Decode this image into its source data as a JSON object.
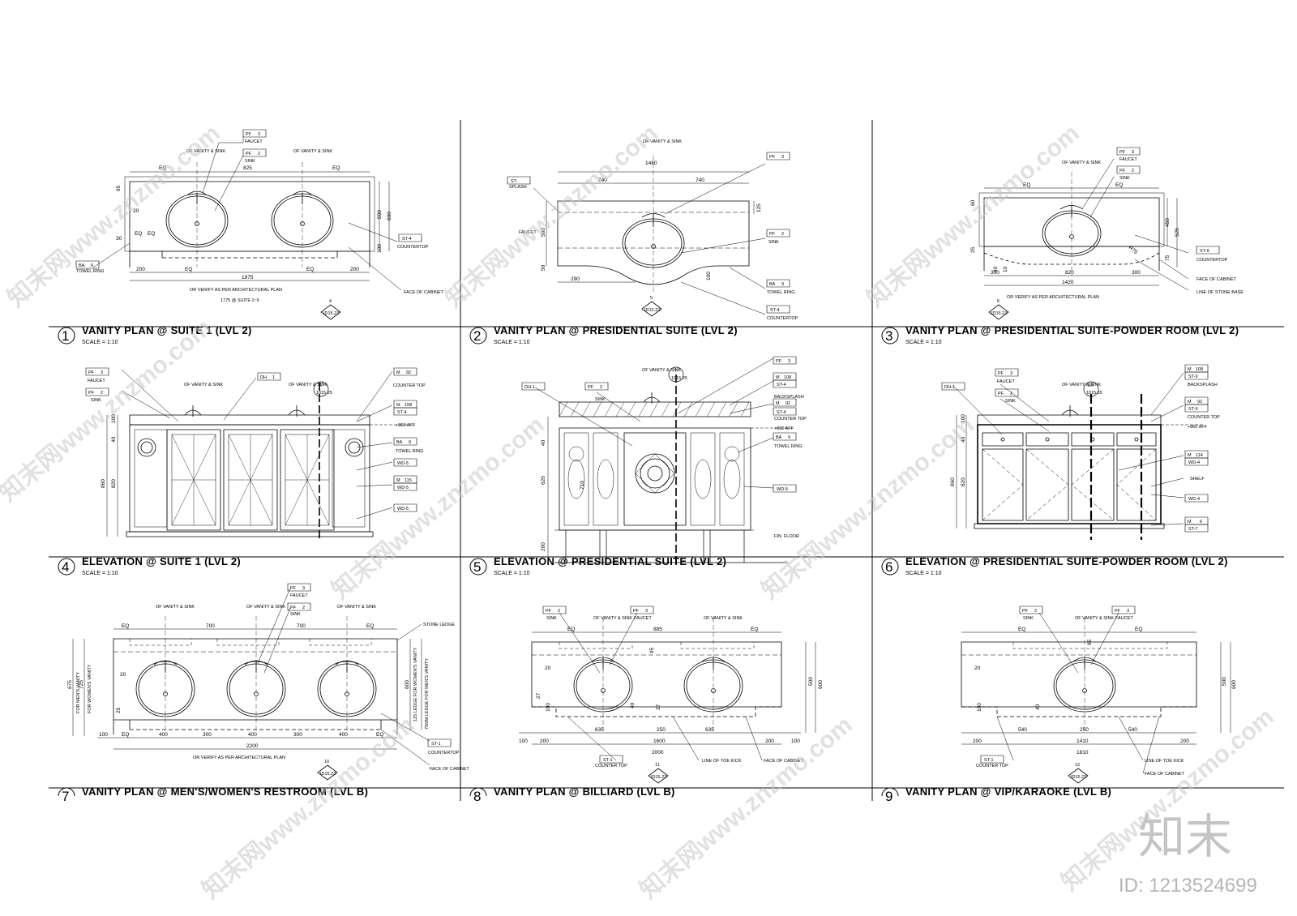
{
  "panels": [
    {
      "num": "1",
      "title": "VANITY  PLAN @ SUITE 1 (LVL 2)",
      "scale": "SCALE = 1:10",
      "labels": [
        "FAUCET",
        "SINK",
        "COUNTERTOP",
        "TOWEL RING",
        "FACE OF CABINET",
        "OF VANITY & SINK",
        "OF VANITY & SINK"
      ],
      "tags": [
        [
          "PF",
          "3"
        ],
        [
          "PF",
          "2"
        ],
        [
          "ST-4",
          ""
        ],
        [
          "BA",
          "9"
        ]
      ],
      "dims": [
        "825",
        "EQ",
        "EQ",
        "1875",
        "200",
        "200",
        "EQ",
        "EQ",
        "500",
        "600",
        "100",
        "95",
        "20",
        "30",
        "EQ",
        "EQ"
      ],
      "notes": [
        "OR VERIFY AS PER ARCHITECTURAL PLAN",
        "1775 @ SUITE 2~5"
      ],
      "ref": "ID15.23",
      "refnum": "4"
    },
    {
      "num": "2",
      "title": "VANITY PLAN @ PRESIDENTIAL SUITE (LVL 2)",
      "scale": "SCALE = 1:10",
      "labels": [
        "SPLASH",
        "FAUCET",
        "SINK",
        "TOWEL RING",
        "COUNTERTOP",
        "OF VANITY & SINK"
      ],
      "tags": [
        [
          "PF",
          "3"
        ],
        [
          "PF",
          "2"
        ],
        [
          "BA",
          "9"
        ],
        [
          "ST-4",
          ""
        ],
        [
          "ST-",
          ""
        ]
      ],
      "dims": [
        "1480",
        "740",
        "740",
        "125",
        "500",
        "290",
        "50",
        "100"
      ],
      "notes": [],
      "ref": "ID15.23",
      "refnum": "5"
    },
    {
      "num": "3",
      "title": "VANITY PLAN @ PRESIDENTIAL SUITE-POWDER ROOM (LVL 2)",
      "scale": "SCALE = 1:10",
      "labels": [
        "FAUCET",
        "SINK",
        "COUNTERTOP",
        "FACE OF CABINET",
        "LINE OF STONE BASE",
        "OF VANITY & SINK"
      ],
      "tags": [
        [
          "PF",
          "3"
        ],
        [
          "PF",
          "2"
        ],
        [
          "ST-9",
          ""
        ]
      ],
      "dims": [
        "EQ",
        "EQ",
        "1420",
        "300",
        "300",
        "820",
        "450",
        "525",
        "75",
        "60",
        "25",
        "40",
        "10",
        "R75"
      ],
      "notes": [
        "OR VERIFY AS PER ARCHITECTURAL PLAN"
      ],
      "ref": "ID15.23",
      "refnum": "6"
    },
    {
      "num": "4",
      "title": "ELEVATION @ SUITE 1 (LVL 2)",
      "scale": "SCALE = 1:10",
      "labels": [
        "FAUCET",
        "SINK",
        "COUNTER TOP",
        "TOWEL RING",
        "+860 AFF",
        "OF VANITY & SINK",
        "OF VANITY & SINK"
      ],
      "tags": [
        [
          "PF",
          "3"
        ],
        [
          "PF",
          "2"
        ],
        [
          "DH",
          "1"
        ],
        [
          "M",
          "92"
        ],
        [
          "M",
          "108"
        ],
        [
          "ST-4",
          ""
        ],
        [
          "BA",
          "9"
        ],
        [
          "WD-5",
          ""
        ],
        [
          "M",
          "115"
        ],
        [
          "WD-5",
          ""
        ],
        [
          "WD-5",
          ""
        ]
      ],
      "dims": [
        "100",
        "40",
        "820",
        "860"
      ],
      "notes": [],
      "ref": "1015.25",
      "refnum": "6"
    },
    {
      "num": "5",
      "title": "ELEVATION @ PRESIDENTIAL SUITE (LVL 2)",
      "scale": "SCALE = 1:10",
      "labels": [
        "SINK",
        "BACKSPLASH",
        "COUNTER TOP",
        "TOWEL RING",
        "+860 AFF",
        "FIN. FLOOR",
        "OF VANITY & SINK"
      ],
      "tags": [
        [
          "DH-1",
          ""
        ],
        [
          "PF",
          "2"
        ],
        [
          "PF",
          "3"
        ],
        [
          "M",
          "108"
        ],
        [
          "ST-4",
          ""
        ],
        [
          "M",
          "92"
        ],
        [
          "ST-4",
          ""
        ],
        [
          "BA",
          "9"
        ],
        [
          "WD-5",
          ""
        ]
      ],
      "dims": [
        "40",
        "620",
        "710",
        "200"
      ],
      "notes": [],
      "ref": "1015.25",
      "refnum": "7"
    },
    {
      "num": "6",
      "title": "ELEVATION @ PRESIDENTIAL SUITE-POWDER ROOM (LVL 2)",
      "scale": "SCALE = 1:10",
      "labels": [
        "FAUCET",
        "SINK",
        "BACKSPLASH",
        "COUNTER TOP",
        "+860 AFF",
        "SHELF",
        "OF VANITY & SINK"
      ],
      "tags": [
        [
          "DH-1",
          ""
        ],
        [
          "PF",
          "3"
        ],
        [
          "PF",
          "2"
        ],
        [
          "M",
          "108"
        ],
        [
          "ST-9",
          ""
        ],
        [
          "M",
          "92"
        ],
        [
          "ST-9",
          ""
        ],
        [
          "M",
          "114"
        ],
        [
          "WD-4",
          ""
        ],
        [
          "WD-4",
          ""
        ],
        [
          "M",
          "6"
        ],
        [
          "ST-7",
          ""
        ]
      ],
      "dims": [
        "100",
        "40",
        "820",
        "860"
      ],
      "notes": [],
      "ref": "1015.25",
      "refnum": "8A"
    },
    {
      "num": "7",
      "title": "VANITY PLAN @ MEN'S/WOMEN'S RESTROOM (LVL B)",
      "scale": "",
      "labels": [
        "FAUCET",
        "SINK",
        "STONE LEDGE",
        "COUNTERTOP",
        "FACE OF CABINET",
        "OF VANITY & SINK",
        "OF VANITY & SINK",
        "OF VANITY & SINK",
        "FOR MEN'S VANITY",
        "FOR WOMEN'S VANITY",
        "125 LEDGE FOR WOMEN'S VANITY",
        "75MM LEDGE FOR MEN'S VANITY"
      ],
      "tags": [
        [
          "PF",
          "3"
        ],
        [
          "PF",
          "2"
        ],
        [
          "ST-1",
          ""
        ]
      ],
      "dims": [
        "EQ",
        "700",
        "700",
        "EQ",
        "675",
        "725",
        "600",
        "20",
        "25",
        "100",
        "400",
        "300",
        "400",
        "300",
        "400",
        "EQ",
        "EQ",
        "2200"
      ],
      "notes": [
        "OR VERIFY AS PER ARCHITECTURAL PLAN"
      ],
      "ref": "ID15.23",
      "refnum": "10"
    },
    {
      "num": "8",
      "title": "VANITY PLAN @ BILLIARD (LVL B)",
      "scale": "",
      "labels": [
        "SINK",
        "FAUCET",
        "COUNTER TOP",
        "LINE OF TOE KICK",
        "FACE OF CABINET",
        "OF VANITY & SINK",
        "OF VANITY & SINK"
      ],
      "tags": [
        [
          "PF",
          "2"
        ],
        [
          "PF",
          "3"
        ],
        [
          "ST-1",
          ""
        ]
      ],
      "dims": [
        "885",
        "EQ",
        "EQ",
        "95",
        "500",
        "600",
        "20",
        "27",
        "100",
        "40",
        "27",
        "635",
        "250",
        "635",
        "1600",
        "100",
        "200",
        "200",
        "100",
        "2000"
      ],
      "notes": [],
      "ref": "ID15.23",
      "refnum": "11"
    },
    {
      "num": "9",
      "title": "VANITY PLAN @ VIP/KARAOKE (LVL B)",
      "scale": "",
      "labels": [
        "SINK",
        "FAUCET",
        "COUNTER TOP",
        "LINE OF TOE KICK",
        "FACE OF CABINET",
        "OF VANITY & SINK"
      ],
      "tags": [
        [
          "PF",
          "2"
        ],
        [
          "PF",
          "3"
        ],
        [
          "ST-1",
          ""
        ]
      ],
      "dims": [
        "EQ",
        "EQ",
        "95",
        "500",
        "600",
        "20",
        "100",
        "40",
        "540",
        "250",
        "540",
        "1410",
        "200",
        "200",
        "1810"
      ],
      "notes": [],
      "ref": "ID15.23",
      "refnum": "12"
    }
  ],
  "watermark": {
    "text": "知末网www.znzmo.com",
    "brand": "知末",
    "id": "ID: 1213524699"
  },
  "colors": {
    "line": "#000000",
    "watermark": "#c9c9c9"
  }
}
